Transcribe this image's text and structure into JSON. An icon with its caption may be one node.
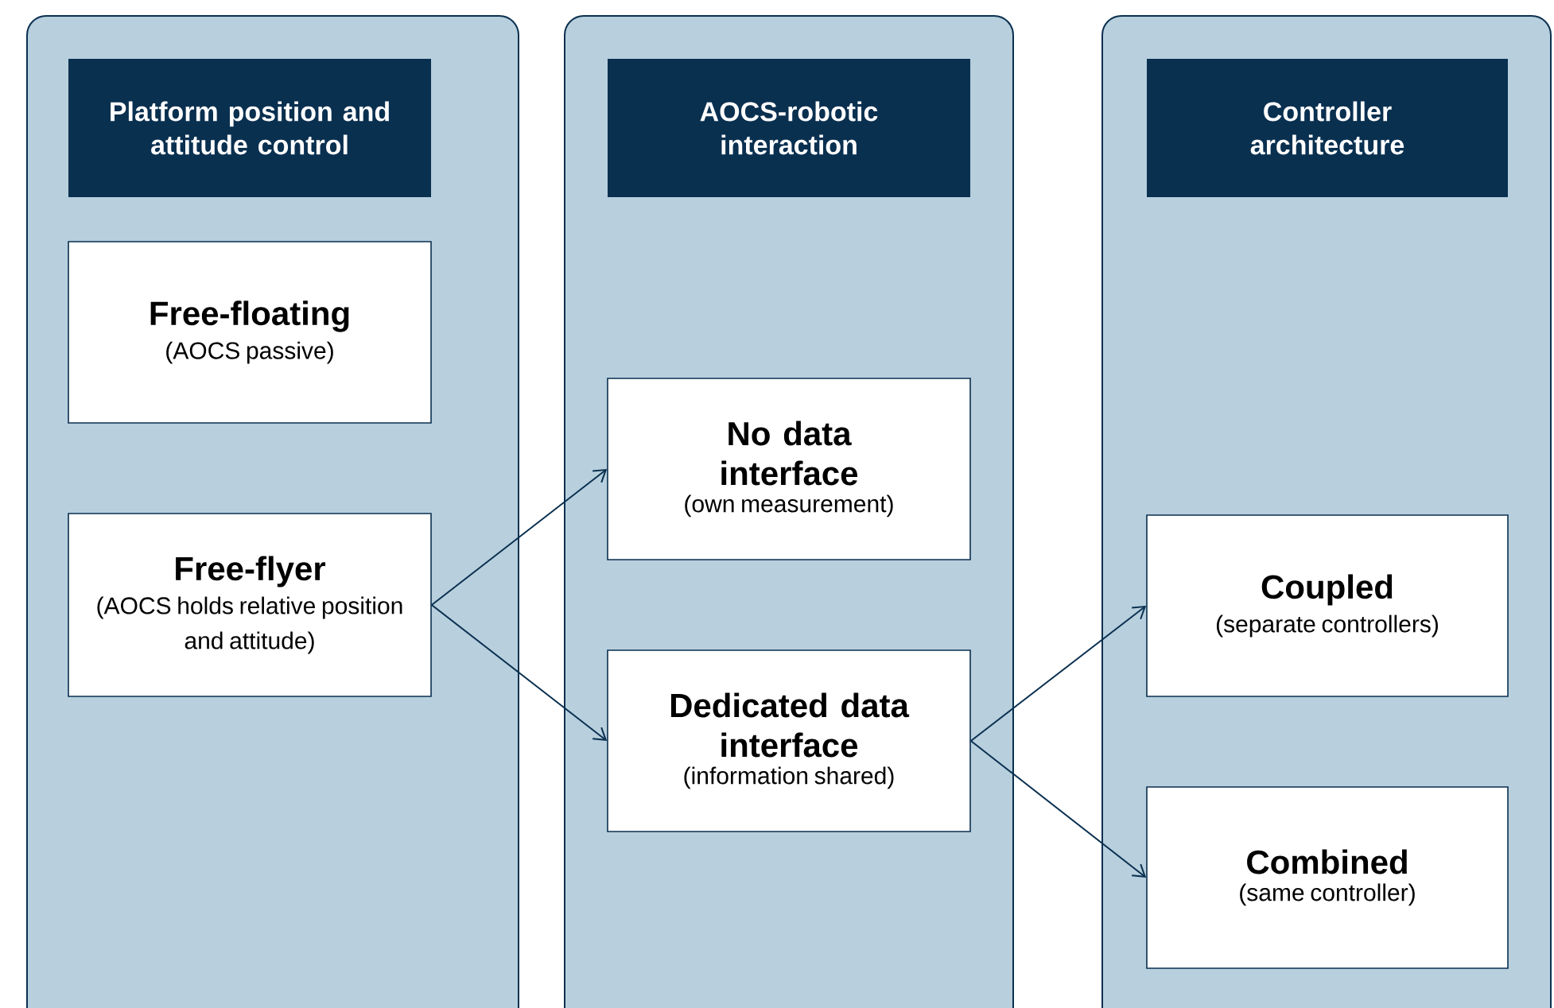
{
  "diagram": {
    "nodes": [
      {
        "text": [],
        "shape": "box"
      },
      {
        "text": [
          "Platform position and attitude control"
        ],
        "in": 0
      },
      {
        "text": [
          "Free-floating",
          "(AOCS passive)"
        ],
        "in": 0
      },
      {
        "text": [
          "Free-flyer",
          "(AOCS holds relative position and attitude)"
        ],
        "in": 0
      },
      {
        "text": [],
        "shape": "box"
      },
      {
        "text": [
          "AOCS-robotic interaction"
        ],
        "in": 4
      },
      {
        "text": [
          "No data interface",
          "(own measurement)"
        ],
        "in": 4
      },
      {
        "text": [
          "Dedicated data interface",
          "(information shared)"
        ],
        "in": 4
      },
      {
        "text": [],
        "shape": "box"
      },
      {
        "text": [
          "Controller architecture"
        ],
        "in": 8
      },
      {
        "text": [
          "Coupled",
          "(separate controllers)"
        ],
        "in": 8
      },
      {
        "text": [
          "Combined",
          "(same controller)"
        ],
        "in": 8
      }
    ],
    "edges": [
      {
        "from": 3,
        "to": 6,
        "arrow": "to"
      },
      {
        "from": 3,
        "to": 7,
        "arrow": "to"
      },
      {
        "from": 7,
        "to": 10,
        "arrow": "to"
      },
      {
        "from": 7,
        "to": 11,
        "arrow": "to"
      }
    ]
  }
}
